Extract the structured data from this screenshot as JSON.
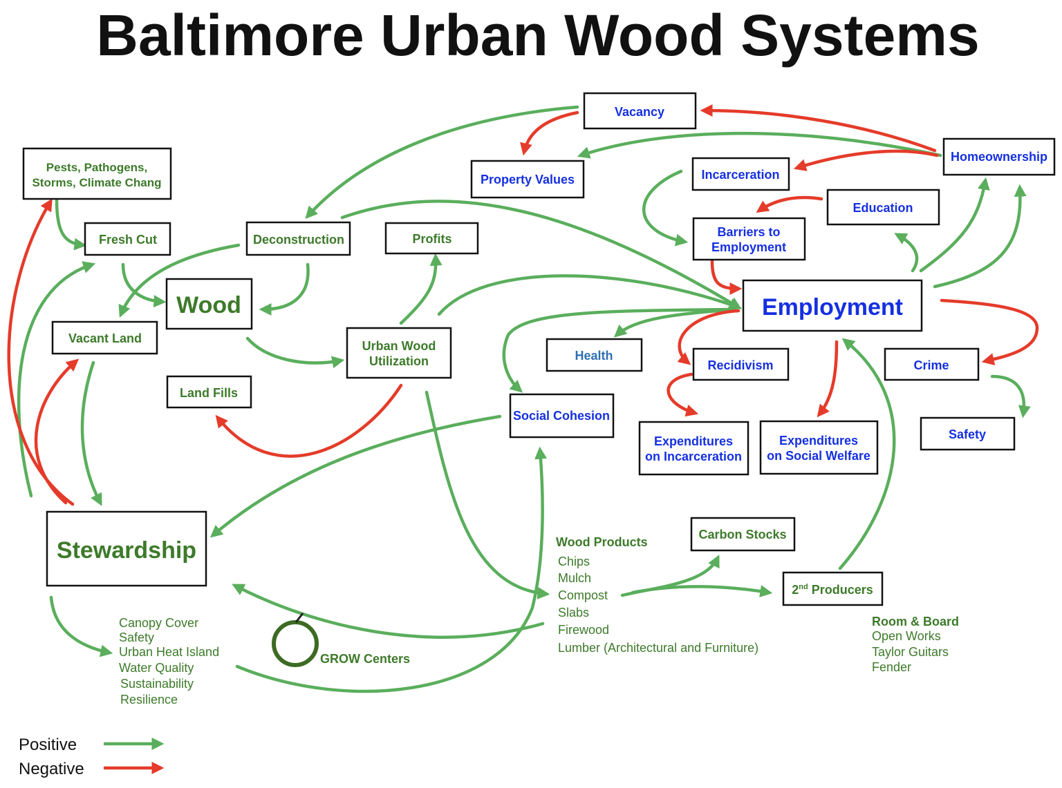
{
  "title": "Baltimore Urban Wood Systems",
  "colors": {
    "positive": "#5aae5c",
    "negative": "#e53b2a",
    "green_text": "#3d7a2a",
    "blue_text": "#1530e0",
    "steel_blue_text": "#2e6fb3"
  },
  "nodes": {
    "pests": [
      "Pests, Pathogens,",
      "Storms, Climate Chang"
    ],
    "fresh_cut": "Fresh Cut",
    "deconstruction": "Deconstruction",
    "profits": "Profits",
    "wood": "Wood",
    "vacant_land": "Vacant Land",
    "urban_wood_utilization": [
      "Urban Wood",
      "Utilization"
    ],
    "land_fills": "Land Fills",
    "vacancy": "Vacancy",
    "property_values": "Property Values",
    "incarceration": "Incarceration",
    "homeownership": "Homeownership",
    "education": "Education",
    "barriers": [
      "Barriers to",
      "Employment"
    ],
    "employment": "Employment",
    "health": "Health",
    "recidivism": "Recidivism",
    "crime": "Crime",
    "social_cohesion": "Social Cohesion",
    "expend_incarceration": [
      "Expenditures",
      "on Incarceration"
    ],
    "expend_welfare": [
      "Expenditures",
      "on Social Welfare"
    ],
    "safety": "Safety",
    "stewardship": "Stewardship",
    "carbon_stocks": "Carbon Stocks",
    "second_producers_num": "2",
    "second_producers_sup": "nd",
    "second_producers_rest": " Producers"
  },
  "wood_products": {
    "heading": "Wood Products",
    "items": [
      "Chips",
      "Mulch",
      "Compost",
      "Slabs",
      "Firewood",
      "Lumber (Architectural and Furniture)"
    ]
  },
  "stewardship_benefits": [
    "Canopy Cover",
    "Safety",
    "Urban Heat Island",
    "Water Quality",
    "Sustainability",
    "Resilience"
  ],
  "producers_list": [
    "Room & Board",
    "Open Works",
    "Taylor Guitars",
    "Fender"
  ],
  "grow_centers": "GROW Centers",
  "legend": {
    "positive": "Positive",
    "negative": "Negative"
  }
}
